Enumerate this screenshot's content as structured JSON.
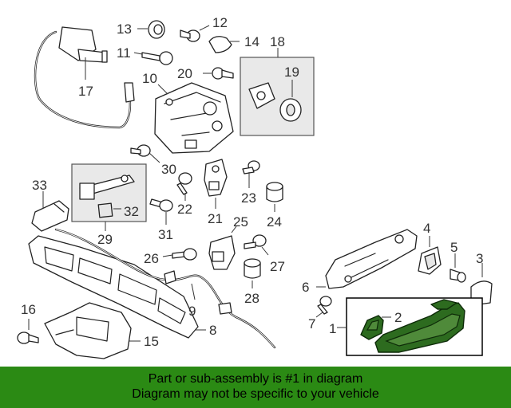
{
  "callouts": {
    "c1": "1",
    "c2": "2",
    "c3": "3",
    "c4": "4",
    "c5": "5",
    "c6": "6",
    "c7": "7",
    "c8": "8",
    "c9": "9",
    "c10": "10",
    "c11": "11",
    "c12": "12",
    "c13": "13",
    "c14": "14",
    "c15": "15",
    "c16": "16",
    "c17": "17",
    "c18": "18",
    "c19": "19",
    "c20": "20",
    "c21": "21",
    "c22": "22",
    "c23": "23",
    "c24": "24",
    "c25": "25",
    "c26": "26",
    "c27": "27",
    "c28": "28",
    "c29": "29",
    "c30": "30",
    "c31": "31",
    "c32": "32",
    "c33": "33"
  },
  "highlight_color": "#2d6b1f",
  "footer": {
    "line1": "Part or sub-assembly is #1 in diagram",
    "line2": "Diagram may not be specific to your vehicle",
    "background": "#2b8a14"
  }
}
